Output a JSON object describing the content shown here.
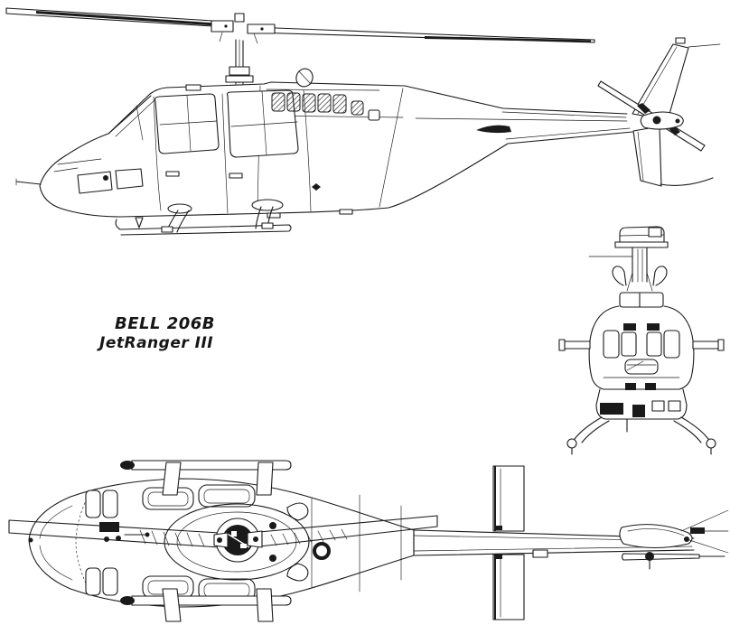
{
  "figure": {
    "label": {
      "line1": "BELL 206B",
      "line2": "JetRanger  III"
    },
    "views": {
      "side": "side-profile-view",
      "front": "front-view",
      "top": "top-plan-view"
    },
    "colors": {
      "ink": "#1a1a1a",
      "paper": "#ffffff"
    }
  }
}
